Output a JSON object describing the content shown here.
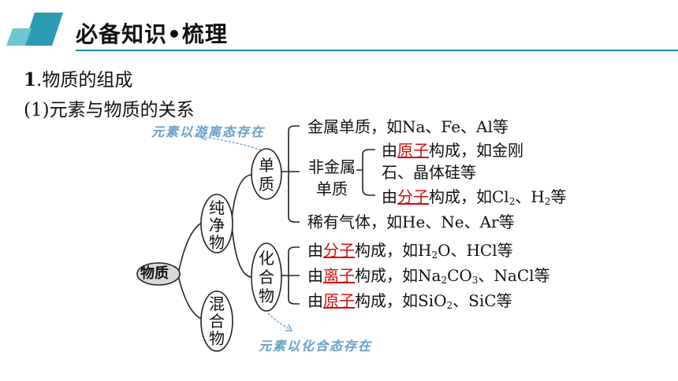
{
  "header": {
    "title": "必备知识•梳理"
  },
  "section1": {
    "num": "1",
    "title": ".物质的组成"
  },
  "subsection": {
    "label": "(1)元素与物质的关系"
  },
  "annotations": {
    "free_state": "元素以游离态存在",
    "combined_state": "元素以化合态存在"
  },
  "tree": {
    "root": "物质",
    "pure": [
      "纯",
      "净",
      "物"
    ],
    "mixture": [
      "混",
      "合",
      "物"
    ],
    "elemental": [
      "单",
      "质"
    ],
    "compound": [
      "化",
      "合",
      "物"
    ],
    "metal_line": "金属单质，如Na、Fe、Al等",
    "nonmetal_label": [
      "非金属",
      "单质"
    ],
    "atom_prefix": "由",
    "atom_word": "原子",
    "atom_suffix": "构成，如金刚",
    "atom_line2": "石、晶体硅等",
    "mol_prefix": "由",
    "mol_word": "分子",
    "mol_suffix_a": "构成，如Cl",
    "mol_sub1": "2",
    "mol_suffix_b": "、H",
    "mol_sub2": "2",
    "mol_suffix_c": "等",
    "noble_line": "稀有气体，如He、Ne、Ar等",
    "c1_prefix": "由",
    "c1_word": "分子",
    "c1_a": "构成，如H",
    "c1_sub": "2",
    "c1_b": "O、HCl等",
    "c2_prefix": "由",
    "c2_word": "离子",
    "c2_a": "构成，如Na",
    "c2_sub1": "2",
    "c2_b": "CO",
    "c2_sub2": "3",
    "c2_c": "、NaCl等",
    "c3_prefix": "由",
    "c3_word": "原子",
    "c3_a": "构成，如SiO",
    "c3_sub": "2",
    "c3_b": "、SiC等"
  },
  "colors": {
    "accent": "#1e8aa0",
    "accent_light": "#5fc3c9",
    "answer": "#d01010",
    "hand": "#6fa3c8",
    "node_fill": "#d9d9d9"
  }
}
